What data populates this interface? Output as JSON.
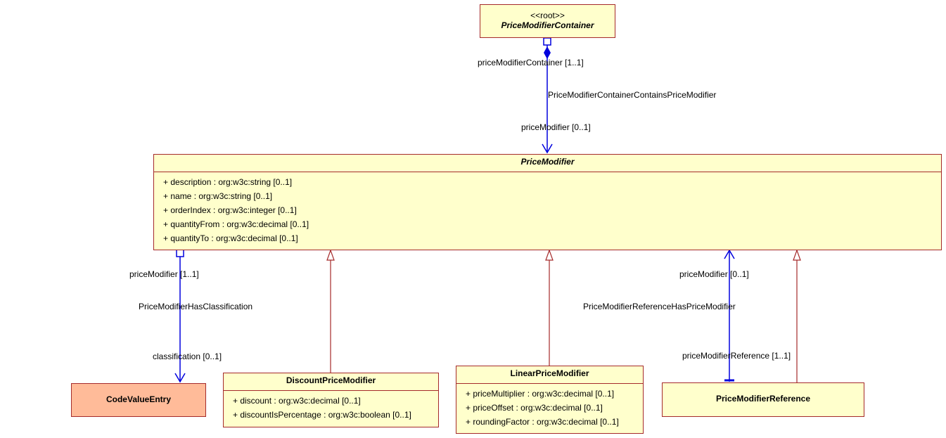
{
  "classes": {
    "container": {
      "stereotype": "<<root>>",
      "name": "PriceModifierContainer"
    },
    "price_modifier": {
      "name": "PriceModifier",
      "attributes": [
        "+ description : org:w3c:string [0..1]",
        "+ name : org:w3c:string [0..1]",
        "+ orderIndex : org:w3c:integer [0..1]",
        "+ quantityFrom : org:w3c:decimal [0..1]",
        "+ quantityTo : org:w3c:decimal [0..1]"
      ]
    },
    "code_value_entry": {
      "name": "CodeValueEntry"
    },
    "discount": {
      "name": "DiscountPriceModifier",
      "attributes": [
        "+ discount : org:w3c:decimal [0..1]",
        "+ discountIsPercentage : org:w3c:boolean [0..1]"
      ]
    },
    "linear": {
      "name": "LinearPriceModifier",
      "attributes": [
        "+ priceMultiplier : org:w3c:decimal [0..1]",
        "+ priceOffset : org:w3c:decimal [0..1]",
        "+ roundingFactor : org:w3c:decimal [0..1]"
      ]
    },
    "reference": {
      "name": "PriceModifierReference"
    }
  },
  "associations": {
    "contains": {
      "name": "PriceModifierContainerContainsPriceModifier",
      "source_role": "priceModifierContainer [1..1]",
      "target_role": "priceModifier [0..1]"
    },
    "classification": {
      "name": "PriceModifierHasClassification",
      "source_role": "priceModifier [1..1]",
      "target_role": "classification [0..1]"
    },
    "reference": {
      "name": "PriceModifierReferenceHasPriceModifier",
      "source_role": "priceModifier [0..1]",
      "target_role": "priceModifierReference [1..1]"
    }
  },
  "colors": {
    "class_border": "#a52a2a",
    "class_fill": "#ffffcc",
    "highlight_fill": "#ffbb99",
    "association": "#0000dd"
  }
}
